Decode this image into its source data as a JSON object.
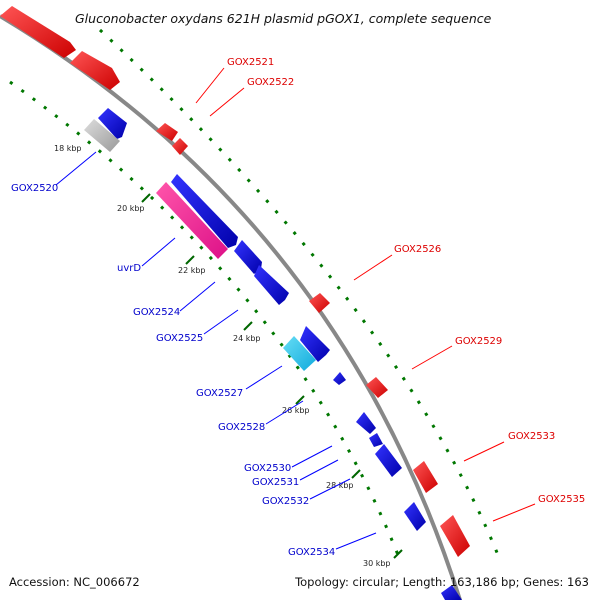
{
  "map": {
    "title": "Gluconobacter oxydans 621H plasmid pGOX1, complete sequence",
    "footer_left": "Accession: NC_006672",
    "footer_right": "Topology: circular; Length: 163,186 bp; Genes: 163",
    "ticks": [
      "18 kbp",
      "20 kbp",
      "22 kbp",
      "24 kbp",
      "26 kbp",
      "28 kbp",
      "30 kbp"
    ],
    "genes_reverse": [
      "GOX2520",
      "uvrD",
      "GOX2524",
      "GOX2525",
      "GOX2527",
      "GOX2528",
      "GOX2530",
      "GOX2531",
      "GOX2532",
      "GOX2534"
    ],
    "genes_forward": [
      "GOX2521",
      "GOX2522",
      "GOX2526",
      "GOX2529",
      "GOX2533",
      "GOX2535"
    ],
    "colors": {
      "forward": "#ff0000",
      "reverse": "#0000ee",
      "pink": "#ff3399",
      "cyan": "#22ccee",
      "gray": "#b3b3b3",
      "backbone": "#888888",
      "gc_dots": "#007700",
      "label_forward": "#dd0000",
      "label_reverse": "#0000cc"
    }
  }
}
